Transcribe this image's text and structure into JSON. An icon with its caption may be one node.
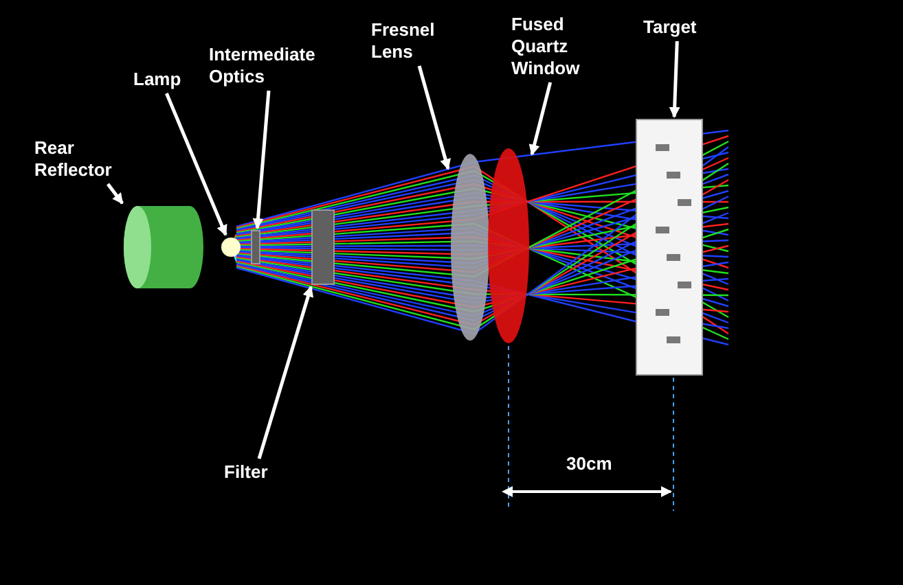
{
  "diagram": {
    "nodes": [
      {
        "text": [
          "Rear Reflector"
        ]
      },
      {
        "text": [
          "Lamp"
        ]
      },
      {
        "text": [
          "Intermediate Optics"
        ]
      },
      {
        "text": [
          "Fresnel Lens"
        ]
      },
      {
        "text": [
          "Fused Quartz Window"
        ]
      },
      {
        "text": [
          "Target"
        ]
      },
      {
        "text": [
          "Filter"
        ]
      },
      {
        "text": [],
        "shape": "cylinder"
      },
      {
        "text": [],
        "shape": "circle"
      },
      {
        "text": [],
        "shape": "box"
      },
      {
        "text": [],
        "shape": "box"
      },
      {
        "text": [],
        "shape": "disc"
      },
      {
        "text": [],
        "shape": "disc"
      },
      {
        "text": [],
        "shape": "box"
      }
    ],
    "edges": [
      {
        "from": 0,
        "to": 7,
        "arrow": "to"
      },
      {
        "from": 1,
        "to": 8,
        "arrow": "to"
      },
      {
        "from": 2,
        "to": 9,
        "arrow": "to"
      },
      {
        "from": 3,
        "to": 11,
        "arrow": "to"
      },
      {
        "from": 4,
        "to": 12,
        "arrow": "to"
      },
      {
        "from": 5,
        "to": 13,
        "arrow": "to"
      },
      {
        "from": 6,
        "to": 10,
        "arrow": "to"
      }
    ],
    "labels": [
      "30cm"
    ]
  }
}
